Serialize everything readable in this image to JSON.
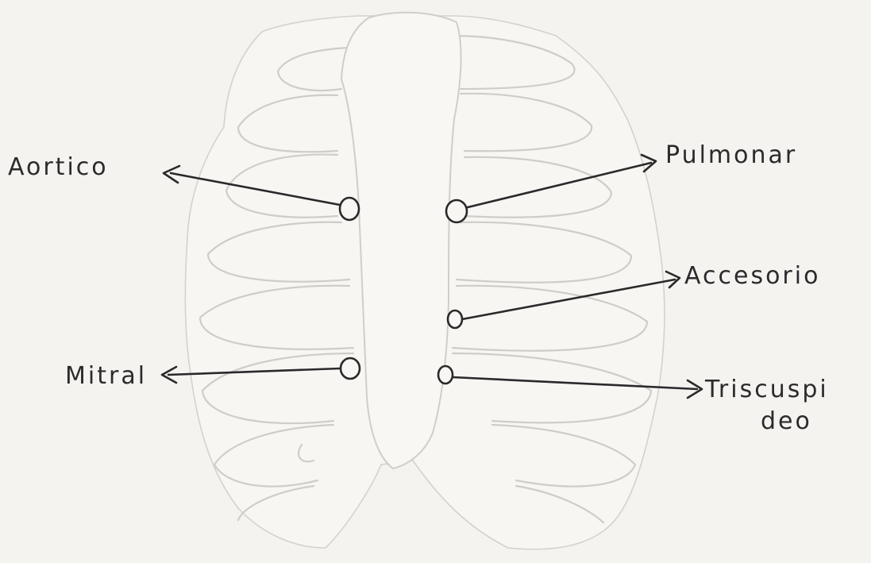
{
  "labels": {
    "aortico": "Aortico",
    "pulmonar": "Pulmonar",
    "accesorio": "Accesorio",
    "mitral": "Mitral",
    "triscuspideo_line1": "Triscuspi",
    "triscuspideo_line2": "deo"
  },
  "colors": {
    "paper": "#f4f3ef",
    "ink": "#2a292b",
    "pencil": "#cfcdc9"
  }
}
